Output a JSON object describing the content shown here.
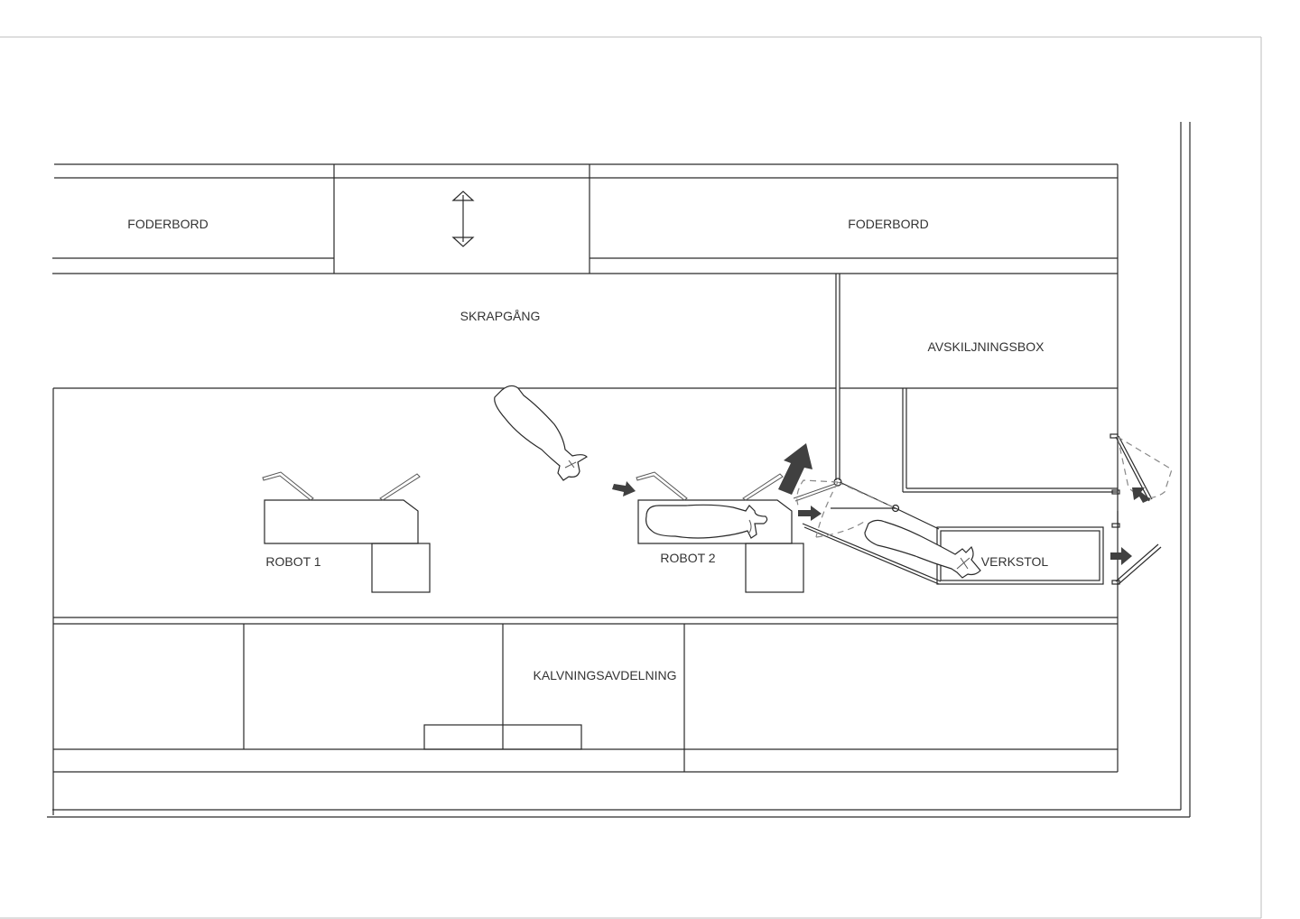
{
  "labels": {
    "foderbord_left": "FODERBORD",
    "foderbord_right": "FODERBORD",
    "skrapgang": "SKRAPGÅNG",
    "avskiljningsbox": "AVSKILJNINGSBOX",
    "robot1": "ROBOT 1",
    "robot2": "ROBOT 2",
    "verkstol": "VERKSTOL",
    "kalvningsavdelning": "KALVNINGSAVDELNING"
  },
  "icons": {
    "double_arrow": "vertical-double-arrow-icon",
    "flow_arrow": "flow-arrow-icon",
    "cow": "cow-icon"
  },
  "colors": {
    "lines": "#2a2a2a",
    "arrows": "#404040",
    "gates": "#888888"
  }
}
